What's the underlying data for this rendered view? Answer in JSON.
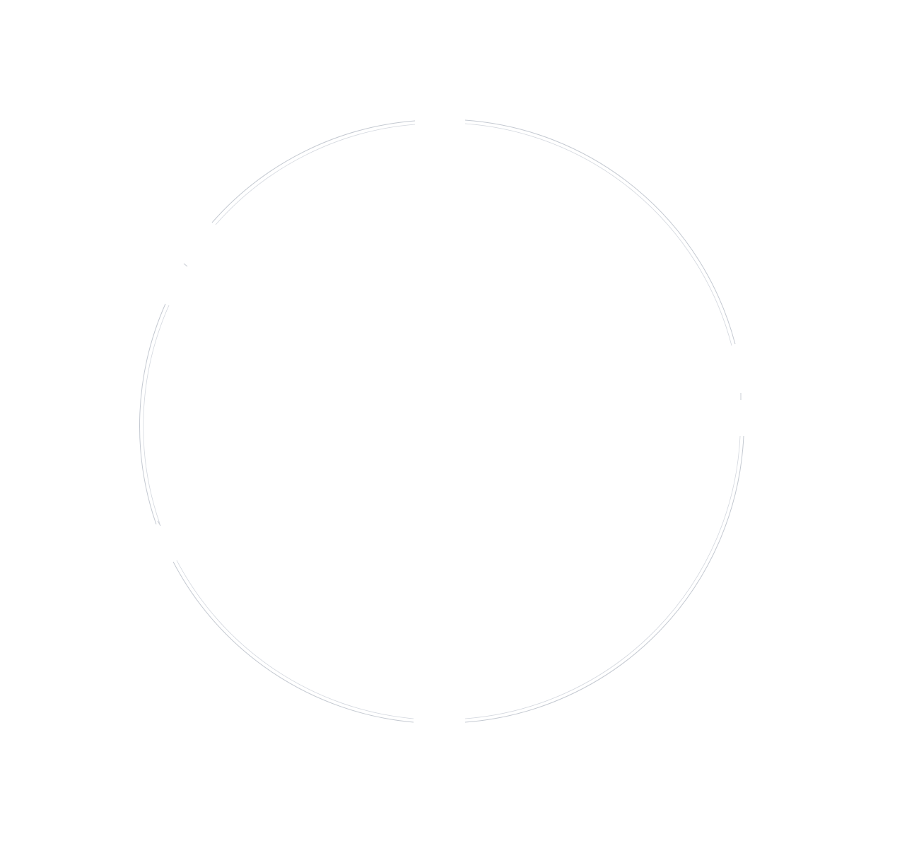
{
  "diagram": {
    "shape": "double-ring",
    "colors": {
      "background": "#ffffff",
      "ring_outer": "#c4c9d1",
      "ring_inner": "#d3d7de",
      "tick": "#c8ccd3"
    },
    "gaps": [
      "top",
      "bottom",
      "right",
      "upper-left",
      "lower-left"
    ],
    "labels": []
  }
}
